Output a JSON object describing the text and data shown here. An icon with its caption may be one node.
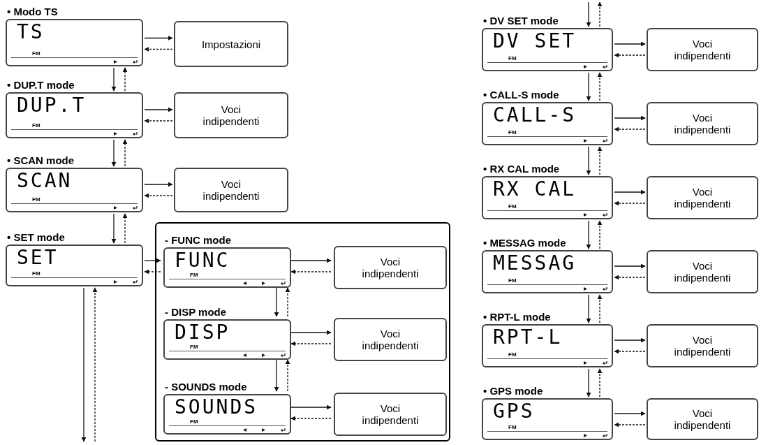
{
  "diagram": {
    "nodes": [
      {
        "text": [
          "• Modo TS",
          "TS",
          "FM"
        ]
      },
      {
        "text": [
          "Impostazioni"
        ]
      },
      {
        "text": [
          "• DUP.T mode",
          "DUP.T",
          "FM"
        ]
      },
      {
        "text": [
          "Voci indipendenti"
        ]
      },
      {
        "text": [
          "• SCAN mode",
          "SCAN",
          "FM"
        ]
      },
      {
        "text": [
          "Voci indipendenti"
        ]
      },
      {
        "text": [
          "• SET mode",
          "SET",
          "FM"
        ]
      },
      {
        "text": [],
        "shape": "box"
      },
      {
        "text": [
          "- FUNC mode",
          "FUNC",
          "FM"
        ],
        "in": 7
      },
      {
        "text": [
          "Voci indipendenti"
        ],
        "in": 7
      },
      {
        "text": [
          "- DISP mode",
          "DISP",
          "FM"
        ],
        "in": 7
      },
      {
        "text": [
          "Voci indipendenti"
        ],
        "in": 7
      },
      {
        "text": [
          "- SOUNDS mode",
          "SOUNDS",
          "FM"
        ],
        "in": 7
      },
      {
        "text": [
          "Voci indipendenti"
        ],
        "in": 7
      },
      {
        "text": [
          "• DV SET mode",
          "DV SET",
          "FM"
        ]
      },
      {
        "text": [
          "Voci indipendenti"
        ]
      },
      {
        "text": [
          "• CALL-S mode",
          "CALL-S",
          "FM"
        ]
      },
      {
        "text": [
          "Voci indipendenti"
        ]
      },
      {
        "text": [
          "• RX CAL mode",
          "RX CAL",
          "FM"
        ]
      },
      {
        "text": [
          "Voci indipendenti"
        ]
      },
      {
        "text": [
          "• MESSAG mode",
          "MESSAG",
          "FM"
        ]
      },
      {
        "text": [
          "Voci indipendenti"
        ]
      },
      {
        "text": [
          "• RPT-L mode",
          "RPT-L",
          "FM"
        ]
      },
      {
        "text": [
          "Voci indipendenti"
        ]
      },
      {
        "text": [
          "• GPS mode",
          "GPS",
          "FM"
        ]
      },
      {
        "text": [
          "Voci indipendenti"
        ]
      }
    ],
    "edges": [
      {
        "from": 0,
        "to": 1,
        "arrow": "to"
      },
      {
        "from": 1,
        "to": 0,
        "arrow": "to",
        "style": "dashed"
      },
      {
        "from": 0,
        "to": 2,
        "arrow": "to"
      },
      {
        "from": 2,
        "to": 0,
        "arrow": "to",
        "style": "dashed"
      },
      {
        "from": 2,
        "to": 3,
        "arrow": "to"
      },
      {
        "from": 3,
        "to": 2,
        "arrow": "to",
        "style": "dashed"
      },
      {
        "from": 2,
        "to": 4,
        "arrow": "to"
      },
      {
        "from": 4,
        "to": 2,
        "arrow": "to",
        "style": "dashed"
      },
      {
        "from": 4,
        "to": 5,
        "arrow": "to"
      },
      {
        "from": 5,
        "to": 4,
        "arrow": "to",
        "style": "dashed"
      },
      {
        "from": 4,
        "to": 6,
        "arrow": "to"
      },
      {
        "from": 6,
        "to": 4,
        "arrow": "to",
        "style": "dashed"
      },
      {
        "from": 6,
        "to": 8,
        "arrow": "to"
      },
      {
        "from": 8,
        "to": 6,
        "arrow": "to",
        "style": "dashed"
      },
      {
        "from": 6,
        "to": null,
        "arrow": "to"
      },
      {
        "from": null,
        "to": 6,
        "arrow": "to",
        "style": "dashed"
      },
      {
        "from": 8,
        "to": 9,
        "arrow": "to"
      },
      {
        "from": 9,
        "to": 8,
        "arrow": "to",
        "style": "dashed"
      },
      {
        "from": 8,
        "to": 10,
        "arrow": "to"
      },
      {
        "from": 10,
        "to": 8,
        "arrow": "to",
        "style": "dashed"
      },
      {
        "from": 10,
        "to": 11,
        "arrow": "to"
      },
      {
        "from": 11,
        "to": 10,
        "arrow": "to",
        "style": "dashed"
      },
      {
        "from": 10,
        "to": 12,
        "arrow": "to"
      },
      {
        "from": 12,
        "to": 10,
        "arrow": "to",
        "style": "dashed"
      },
      {
        "from": 12,
        "to": 13,
        "arrow": "to"
      },
      {
        "from": 13,
        "to": 12,
        "arrow": "to",
        "style": "dashed"
      },
      {
        "from": null,
        "to": 14,
        "arrow": "to"
      },
      {
        "from": 14,
        "to": null,
        "arrow": "to",
        "style": "dashed"
      },
      {
        "from": 14,
        "to": 15,
        "arrow": "to"
      },
      {
        "from": 15,
        "to": 14,
        "arrow": "to",
        "style": "dashed"
      },
      {
        "from": 14,
        "to": 16,
        "arrow": "to"
      },
      {
        "from": 16,
        "to": 14,
        "arrow": "to",
        "style": "dashed"
      },
      {
        "from": 16,
        "to": 17,
        "arrow": "to"
      },
      {
        "from": 17,
        "to": 16,
        "arrow": "to",
        "style": "dashed"
      },
      {
        "from": 16,
        "to": 18,
        "arrow": "to"
      },
      {
        "from": 18,
        "to": 16,
        "arrow": "to",
        "style": "dashed"
      },
      {
        "from": 18,
        "to": 19,
        "arrow": "to"
      },
      {
        "from": 19,
        "to": 18,
        "arrow": "to",
        "style": "dashed"
      },
      {
        "from": 18,
        "to": 20,
        "arrow": "to"
      },
      {
        "from": 20,
        "to": 18,
        "arrow": "to",
        "style": "dashed"
      },
      {
        "from": 20,
        "to": 21,
        "arrow": "to"
      },
      {
        "from": 21,
        "to": 20,
        "arrow": "to",
        "style": "dashed"
      },
      {
        "from": 20,
        "to": 22,
        "arrow": "to"
      },
      {
        "from": 22,
        "to": 20,
        "arrow": "to",
        "style": "dashed"
      },
      {
        "from": 22,
        "to": 23,
        "arrow": "to"
      },
      {
        "from": 23,
        "to": 22,
        "arrow": "to",
        "style": "dashed"
      },
      {
        "from": 22,
        "to": 24,
        "arrow": "to"
      },
      {
        "from": 24,
        "to": 22,
        "arrow": "to",
        "style": "dashed"
      },
      {
        "from": 24,
        "to": 25,
        "arrow": "to"
      },
      {
        "from": 25,
        "to": 24,
        "arrow": "to",
        "style": "dashed"
      }
    ]
  }
}
